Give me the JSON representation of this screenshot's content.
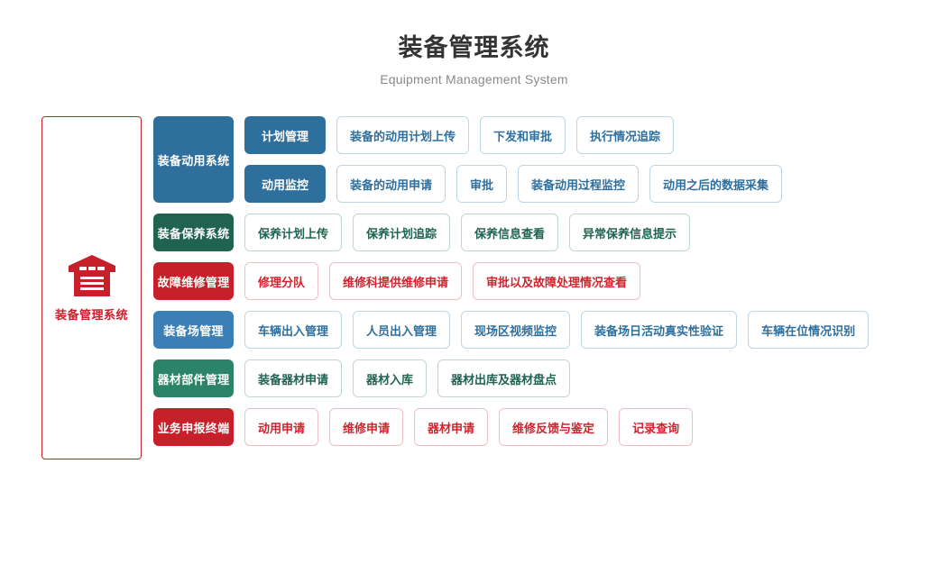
{
  "header": {
    "title": "装备管理系统",
    "subtitle": "Equipment Management System"
  },
  "brand": {
    "icon": "warehouse-icon",
    "label": "装备管理系统",
    "border_color": "#c8202a",
    "text_color": "#c8202a"
  },
  "colors": {
    "blue_dark": "#2e6f9e",
    "blue": "#3a7fb5",
    "green_dark": "#1f6350",
    "green": "#2b8467",
    "red": "#c8202a",
    "cell_blue_text": "#2e6f9e",
    "cell_green_text": "#1f6350",
    "cell_red_text": "#d0242e",
    "title_text": "#333333",
    "subtitle_text": "#8a8a8a"
  },
  "rows": [
    {
      "category": "装备动用系统",
      "theme": "blue-dark",
      "subrows": [
        {
          "subcategory": "计划管理",
          "cells": [
            "装备的动用计划上传",
            "下发和审批",
            "执行情况追踪"
          ]
        },
        {
          "subcategory": "动用监控",
          "cells": [
            "装备的动用申请",
            "审批",
            "装备动用过程监控",
            "动用之后的数据采集"
          ]
        }
      ]
    },
    {
      "category": "装备保养系统",
      "theme": "green-dark",
      "cells": [
        "保养计划上传",
        "保养计划追踪",
        "保养信息查看",
        "异常保养信息提示"
      ]
    },
    {
      "category": "故障维修管理",
      "theme": "red",
      "cells": [
        "修理分队",
        "维修科提供维修申请",
        "审批以及故障处理情况查看"
      ]
    },
    {
      "category": "装备场管理",
      "theme": "blue",
      "cells": [
        "车辆出入管理",
        "人员出入管理",
        "现场区视频监控",
        "装备场日活动真实性验证",
        "车辆在位情况识别"
      ]
    },
    {
      "category": "器材部件管理",
      "theme": "green",
      "cells": [
        "装备器材申请",
        "器材入库",
        "器材出库及器材盘点"
      ]
    },
    {
      "category": "业务申报终端",
      "theme": "red",
      "cells": [
        "动用申请",
        "维修申请",
        "器材申请",
        "维修反馈与鉴定",
        "记录查询"
      ]
    }
  ]
}
